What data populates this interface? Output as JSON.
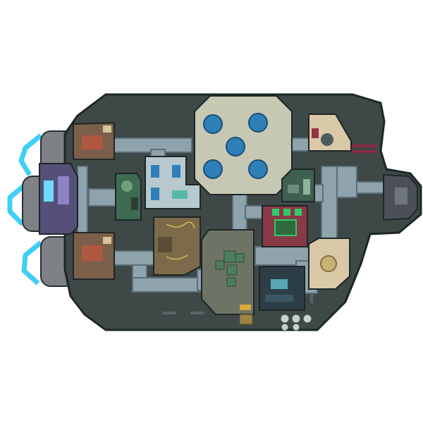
{
  "map": {
    "colors": {
      "hull": "#3d4847",
      "hull_outline": "#1f2627",
      "hallway": "#8fa3ad",
      "hallway_edge": "#5b6f79",
      "engine_glow": "#3fd0f5",
      "cafeteria_floor": "#c7c8b4",
      "table": "#2f7fb8",
      "storage_floor": "#6d7466",
      "crate": "#4d7d5a",
      "admin_floor": "#8a3947",
      "console": "#35c86b",
      "medbay_floor": "#b7c9cf",
      "engine_room_floor": "#7a5f4a",
      "security_floor": "#7b6ea5",
      "reactor_floor": "#55507a",
      "nav_floor": "#d9c9a6",
      "o2_floor": "#3f5f4f",
      "electrical_floor": "#7c6a4a",
      "comms_floor": "#2e3e47",
      "shields_floor": "#3c4646"
    },
    "rooms": [
      {
        "id": "upper-engine"
      },
      {
        "id": "lower-engine"
      },
      {
        "id": "reactor"
      },
      {
        "id": "security"
      },
      {
        "id": "medbay"
      },
      {
        "id": "cafeteria"
      },
      {
        "id": "weapons"
      },
      {
        "id": "o2"
      },
      {
        "id": "navigation"
      },
      {
        "id": "admin"
      },
      {
        "id": "storage"
      },
      {
        "id": "electrical"
      },
      {
        "id": "communications"
      },
      {
        "id": "shields"
      }
    ]
  }
}
